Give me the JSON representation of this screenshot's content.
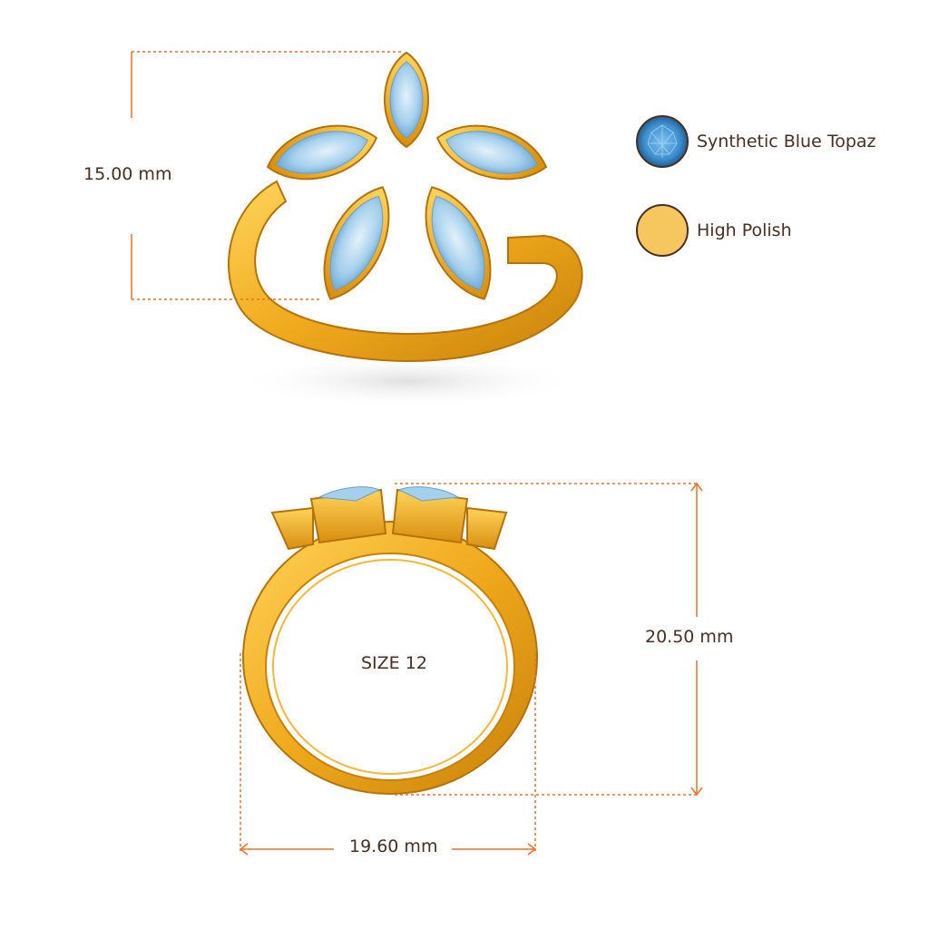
{
  "dimensions": {
    "height": "15.00 mm",
    "side_height": "20.50 mm",
    "width": "19.60 mm"
  },
  "size_label": "SIZE 12",
  "legend": {
    "stone": {
      "label": "Synthetic Blue Topaz",
      "color": "#3f8fce"
    },
    "finish": {
      "label": "High Polish",
      "color": "#f6c65f"
    }
  },
  "colors": {
    "gold": "#f0a91c",
    "gold_dark": "#c7810a",
    "gold_light": "#ffd45a",
    "stone": "#9fcbe8",
    "dimension_line": "#e9722e",
    "text": "#4a2e1f"
  }
}
